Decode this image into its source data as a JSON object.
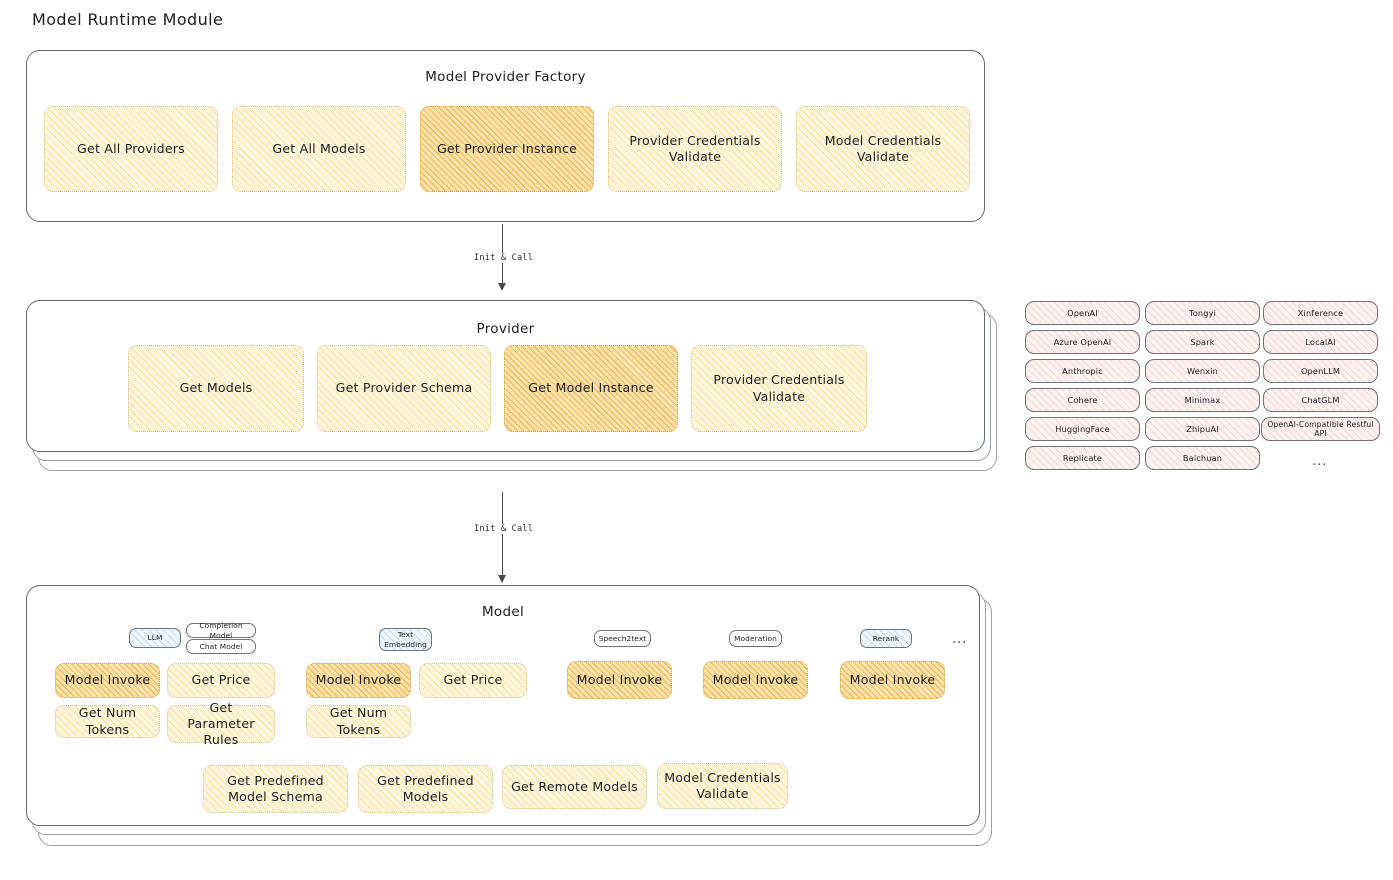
{
  "page": {
    "title": "Model Runtime Module"
  },
  "factory": {
    "title": "Model Provider Factory",
    "cards": [
      {
        "label": "Get All Providers",
        "highlighted": false
      },
      {
        "label": "Get All Models",
        "highlighted": false
      },
      {
        "label": "Get Provider Instance",
        "highlighted": true
      },
      {
        "label": "Provider Credentials Validate",
        "highlighted": false
      },
      {
        "label": "Model Credentials Validate",
        "highlighted": false
      }
    ]
  },
  "arrows": [
    {
      "label": "Init & Call"
    },
    {
      "label": "Init & Call"
    }
  ],
  "provider": {
    "title": "Provider",
    "cards": [
      {
        "label": "Get Models",
        "highlighted": false
      },
      {
        "label": "Get Provider Schema",
        "highlighted": false
      },
      {
        "label": "Get Model Instance",
        "highlighted": true
      },
      {
        "label": "Provider Credentials Validate",
        "highlighted": false
      }
    ]
  },
  "provider_list": {
    "columns": [
      {
        "items": [
          "OpenAI",
          "Azure OpenAI",
          "Anthropic",
          "Cohere",
          "HuggingFace",
          "Replicate"
        ]
      },
      {
        "items": [
          "Tongyi",
          "Spark",
          "Wenxin",
          "Minimax",
          "ZhipuAI",
          "Baichuan"
        ]
      },
      {
        "items": [
          "Xinference",
          "LocalAI",
          "OpenLLM",
          "ChatGLM",
          "OpenAI-Compatible Restful API"
        ]
      }
    ],
    "more": "..."
  },
  "model": {
    "title": "Model",
    "more": "...",
    "types": [
      {
        "name": "LLM",
        "sub_badges": [
          "Completion Model",
          "Chat Model"
        ],
        "methods": [
          {
            "label": "Model Invoke",
            "highlighted": true
          },
          {
            "label": "Get Price",
            "highlighted": false
          },
          {
            "label": "Get Num Tokens",
            "highlighted": false
          },
          {
            "label": "Get Parameter Rules",
            "highlighted": false
          }
        ]
      },
      {
        "name": "Text Embedding",
        "sub_badges": [],
        "methods": [
          {
            "label": "Model Invoke",
            "highlighted": true
          },
          {
            "label": "Get Price",
            "highlighted": false
          },
          {
            "label": "Get Num Tokens",
            "highlighted": false
          }
        ]
      },
      {
        "name": "Speech2text",
        "sub_badges": [],
        "methods": [
          {
            "label": "Model Invoke",
            "highlighted": true
          }
        ]
      },
      {
        "name": "Moderation",
        "sub_badges": [],
        "methods": [
          {
            "label": "Model Invoke",
            "highlighted": true
          }
        ]
      },
      {
        "name": "Rerank",
        "sub_badges": [],
        "methods": [
          {
            "label": "Model Invoke",
            "highlighted": true
          }
        ]
      }
    ],
    "shared_methods": [
      {
        "label": "Get Predefined Model Schema"
      },
      {
        "label": "Get Predefined Models"
      },
      {
        "label": "Get Remote Models"
      },
      {
        "label": "Model Credentials Validate"
      }
    ]
  },
  "colors": {
    "card_fill_light": "#fdf6df",
    "card_fill_strong": "#fbe3b0",
    "provider_pill_fill": "#fdf2f2",
    "badge_active_fill": "#eef6fb",
    "stroke": "#666a6e",
    "text": "#1e1e1e"
  }
}
